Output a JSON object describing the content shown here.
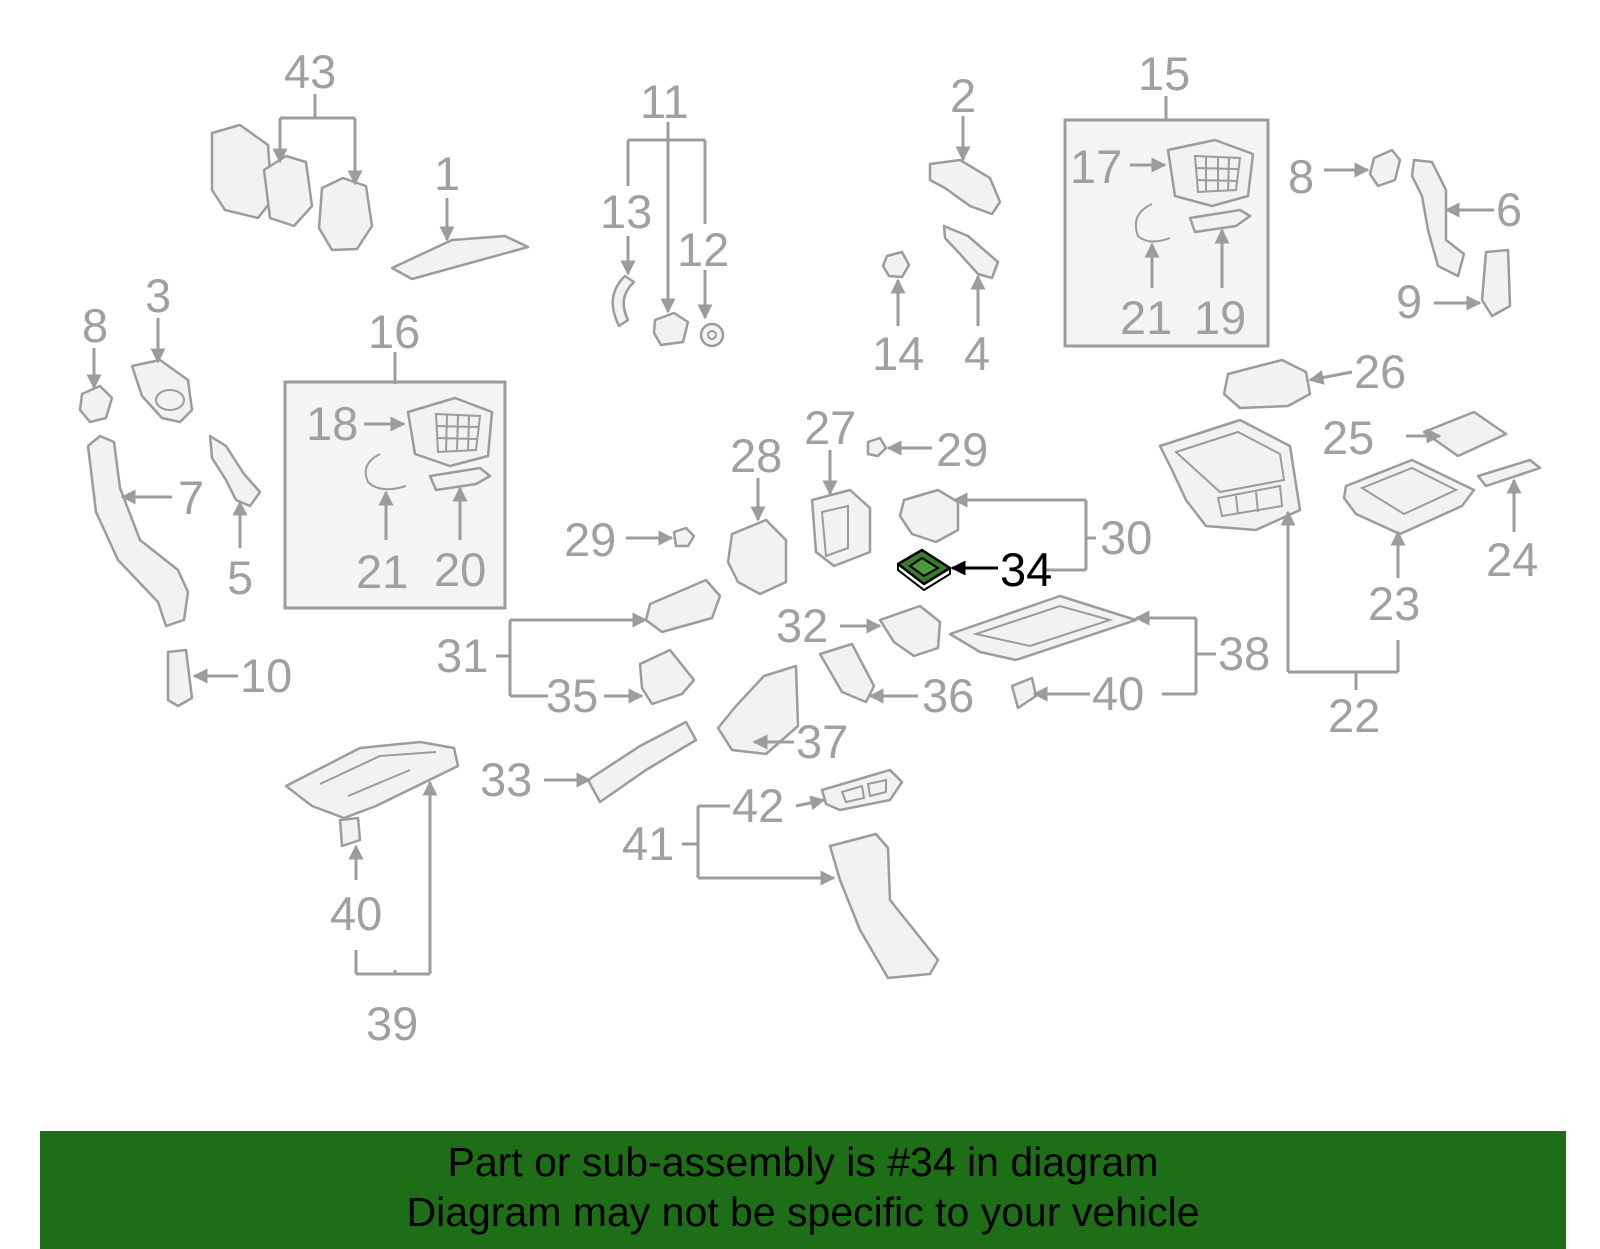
{
  "diagram": {
    "highlighted_part": "34",
    "callouts": [
      {
        "id": "c43",
        "label": "43"
      },
      {
        "id": "c1",
        "label": "1"
      },
      {
        "id": "c11",
        "label": "11"
      },
      {
        "id": "c13",
        "label": "13"
      },
      {
        "id": "c12",
        "label": "12"
      },
      {
        "id": "c2",
        "label": "2"
      },
      {
        "id": "c15",
        "label": "15"
      },
      {
        "id": "c17",
        "label": "17"
      },
      {
        "id": "c8a",
        "label": "8"
      },
      {
        "id": "c6",
        "label": "6"
      },
      {
        "id": "c9",
        "label": "9"
      },
      {
        "id": "c21a",
        "label": "21"
      },
      {
        "id": "c19",
        "label": "19"
      },
      {
        "id": "c14",
        "label": "14"
      },
      {
        "id": "c4",
        "label": "4"
      },
      {
        "id": "c8b",
        "label": "8"
      },
      {
        "id": "c3",
        "label": "3"
      },
      {
        "id": "c16",
        "label": "16"
      },
      {
        "id": "c18",
        "label": "18"
      },
      {
        "id": "c7",
        "label": "7"
      },
      {
        "id": "c5",
        "label": "5"
      },
      {
        "id": "c21b",
        "label": "21"
      },
      {
        "id": "c20",
        "label": "20"
      },
      {
        "id": "c10",
        "label": "10"
      },
      {
        "id": "c26",
        "label": "26"
      },
      {
        "id": "c27",
        "label": "27"
      },
      {
        "id": "c28",
        "label": "28"
      },
      {
        "id": "c29a",
        "label": "29"
      },
      {
        "id": "c29b",
        "label": "29"
      },
      {
        "id": "c25",
        "label": "25"
      },
      {
        "id": "c30",
        "label": "30"
      },
      {
        "id": "c34",
        "label": "34"
      },
      {
        "id": "c24",
        "label": "24"
      },
      {
        "id": "c23",
        "label": "23"
      },
      {
        "id": "c32",
        "label": "32"
      },
      {
        "id": "c31",
        "label": "31"
      },
      {
        "id": "c38",
        "label": "38"
      },
      {
        "id": "c35",
        "label": "35"
      },
      {
        "id": "c36",
        "label": "36"
      },
      {
        "id": "c40a",
        "label": "40"
      },
      {
        "id": "c22",
        "label": "22"
      },
      {
        "id": "c37",
        "label": "37"
      },
      {
        "id": "c33",
        "label": "33"
      },
      {
        "id": "c42",
        "label": "42"
      },
      {
        "id": "c41",
        "label": "41"
      },
      {
        "id": "c40b",
        "label": "40"
      },
      {
        "id": "c39",
        "label": "39"
      }
    ]
  },
  "banner": {
    "line1": "Part or sub-assembly is #34 in diagram",
    "line2": "Diagram may not be specific to your vehicle",
    "background_color": "#1e6d17"
  }
}
